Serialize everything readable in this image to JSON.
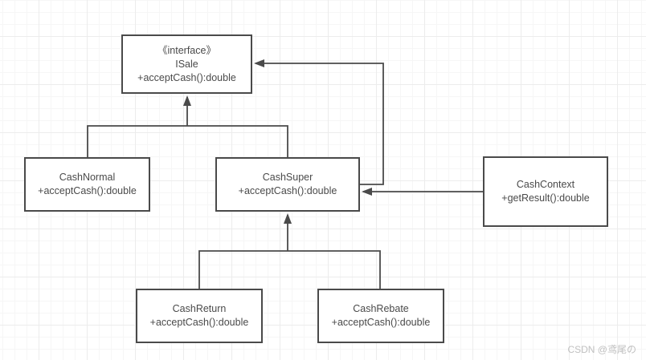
{
  "diagram": {
    "nodes": {
      "isale": {
        "stereotype": "《interface》",
        "name": "ISale",
        "member": "+acceptCash():double"
      },
      "cashnormal": {
        "name": "CashNormal",
        "member": "+acceptCash():double"
      },
      "cashsuper": {
        "name": "CashSuper",
        "member": "+acceptCash():double"
      },
      "cashcontext": {
        "name": "CashContext",
        "member": "+getResult():double"
      },
      "cashreturn": {
        "name": "CashReturn",
        "member": "+acceptCash():double"
      },
      "cashrebate": {
        "name": "CashRebate",
        "member": "+acceptCash():double"
      }
    },
    "edges": [
      {
        "from": "CashNormal",
        "to": "ISale",
        "type": "generalization",
        "route": "shared-trunk-top"
      },
      {
        "from": "CashSuper",
        "to": "ISale",
        "type": "generalization",
        "route": "shared-trunk-top"
      },
      {
        "from": "CashSuper",
        "to": "ISale",
        "type": "generalization",
        "route": "right-side-rectangular"
      },
      {
        "from": "CashContext",
        "to": "CashSuper",
        "type": "association",
        "route": "horizontal"
      },
      {
        "from": "CashReturn",
        "to": "CashSuper",
        "type": "generalization",
        "route": "shared-trunk-bottom"
      },
      {
        "from": "CashRebate",
        "to": "CashSuper",
        "type": "generalization",
        "route": "shared-trunk-bottom"
      }
    ],
    "colors": {
      "stroke": "#4a4a4a",
      "node_fill": "#ffffff",
      "grid_minor": "#f6f6f6",
      "grid_major": "#ececec",
      "watermark": "#c0c0c0"
    }
  },
  "watermark": {
    "text": "CSDN @鸢尾の"
  }
}
